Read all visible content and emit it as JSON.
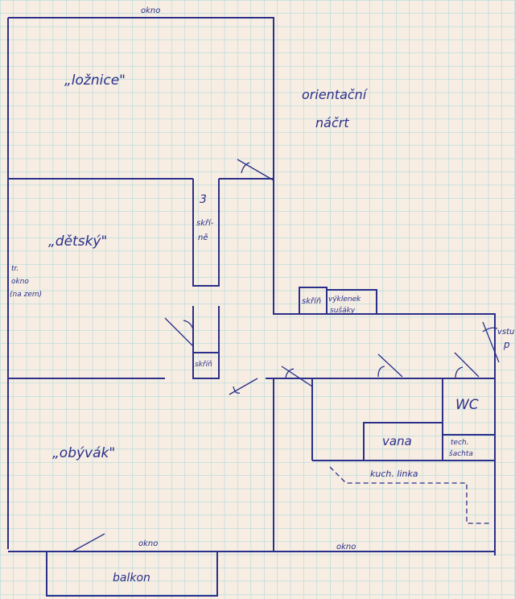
{
  "colors": {
    "paper": "#f7ede2",
    "grid": "#9fd6dc",
    "ink": "#2a2f8a"
  },
  "labels": {
    "window_top": "okno",
    "bedroom": "„ložnice\"",
    "title_line1": "orientační",
    "title_line2": "náčrt",
    "kids_room": "„dětský\"",
    "wardrobe_count": "3",
    "wardrobes_line1": "skří-",
    "wardrobes_line2": "ně",
    "door_window_line1": "tr.",
    "door_window_line2": "okno",
    "door_window_line3": "(na zem)",
    "wardrobe_small": "skříň",
    "wardrobe_hall": "skříň",
    "niche_line1": "výklenek",
    "niche_line2": "sušáky",
    "entrance_line1": "vstu",
    "entrance_line2": "p",
    "wc": "WC",
    "bathtub": "vana",
    "shaft_line1": "tech.",
    "shaft_line2": "šachta",
    "kitchen_counter": "kuch. linka",
    "living_room": "„obývák\"",
    "window_living": "okno",
    "window_kitchen": "okno",
    "balcony": "balkon"
  }
}
